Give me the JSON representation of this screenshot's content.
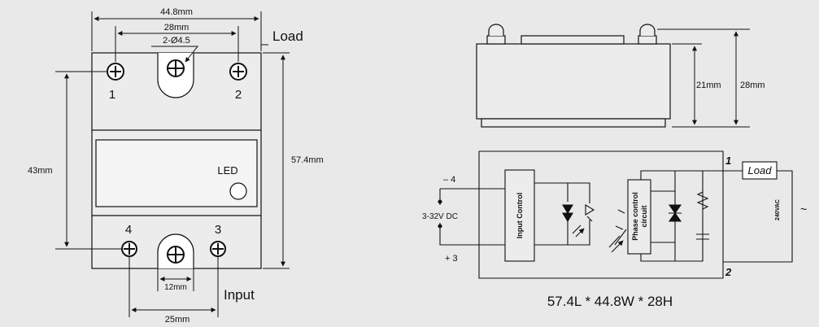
{
  "colors": {
    "background": "#e9e9e9",
    "body_fill": "#ececec",
    "display_fill": "#f4f4f4",
    "line": "#111111"
  },
  "front_view": {
    "width_dim": "44.8mm",
    "hole_spacing_dim": "28mm",
    "hole_dia": "2-Ø4.5",
    "height_dim": "57.4mm",
    "terminal_spacing_dim": "43mm",
    "slot_width_dim": "12mm",
    "input_spacing_dim": "25mm",
    "load_label": "Load",
    "input_label": "Input",
    "led_label": "LED",
    "terminals": {
      "t1": "1",
      "t2": "2",
      "t3": "3",
      "t4": "4"
    }
  },
  "side_view": {
    "dim_body": "21mm",
    "dim_total": "28mm"
  },
  "schematic": {
    "neg_label": "– 4",
    "pos_label": "+ 3",
    "dc_range": "3-32V DC",
    "input_block": "Input Control",
    "phase_block_line1": "Phase control",
    "phase_block_line2": "circuit",
    "load_box": "Load",
    "ac_label": "240VAC",
    "ac_tilde": "~",
    "term1": "1",
    "term2": "2"
  },
  "dimensions_caption": "57.4L * 44.8W * 28H"
}
